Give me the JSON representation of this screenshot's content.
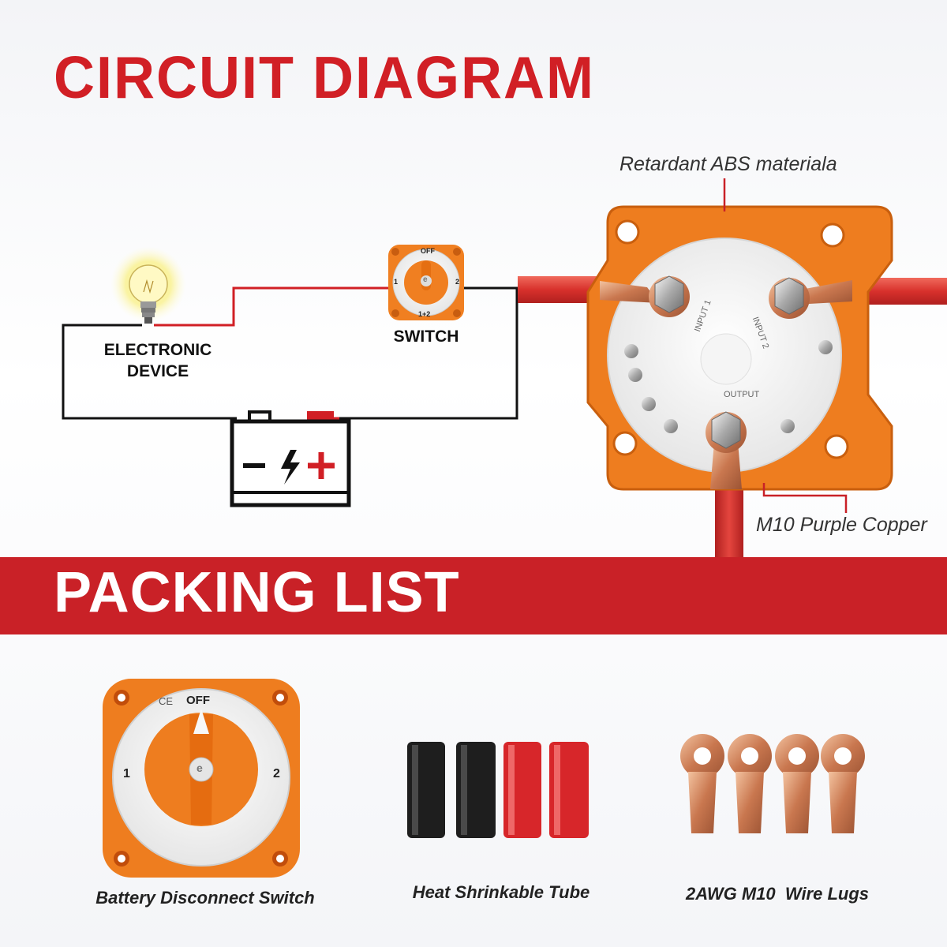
{
  "header": {
    "title": "CIRCUIT DIAGRAM"
  },
  "diagram": {
    "device_label_line1": "ELECTRONIC",
    "device_label_line2": "DEVICE",
    "switch_label": "SWITCH",
    "switch_face": {
      "off": "OFF",
      "pos1": "1",
      "pos2": "2",
      "both": "1+2",
      "center": "e"
    }
  },
  "product": {
    "callout_top": "Retardant ABS materiala",
    "callout_bottom": "M10 Purple Copper",
    "input1": "INPUT 1",
    "input2": "INPUT 2",
    "output": "OUTPUT"
  },
  "packing": {
    "title": "PACKING LIST",
    "items": [
      {
        "label": "Battery Disconnect Switch",
        "face": {
          "off": "OFF",
          "pos1": "1",
          "pos2": "2",
          "center": "e",
          "ce": "CE"
        }
      },
      {
        "label": "Heat Shrinkable Tube"
      },
      {
        "label": "2AWG M10  Wire Lugs"
      }
    ]
  },
  "colors": {
    "brand_red": "#c92127",
    "title_red": "#d11f25",
    "orange": "#ee7d1f",
    "copper": "#d9916a",
    "wire_red": "#e23a36"
  }
}
